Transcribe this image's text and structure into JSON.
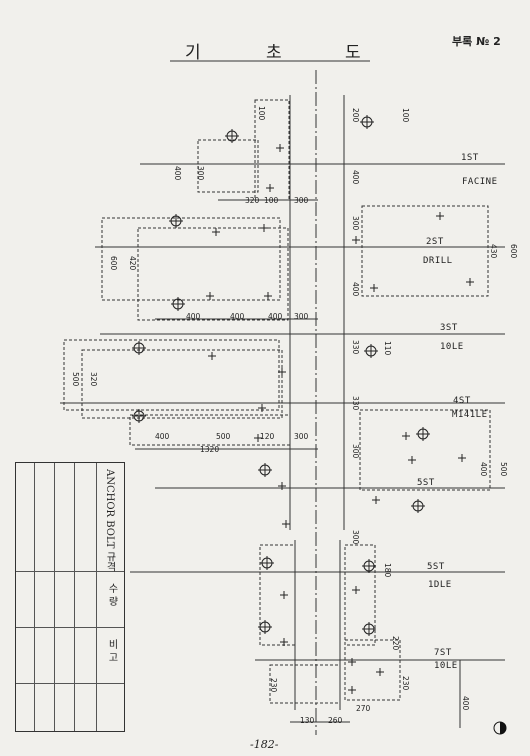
{
  "header": {
    "title_chars": [
      "기",
      "초",
      "도"
    ],
    "appendix_label": "부록 № 2"
  },
  "stations": [
    {
      "st": "1ST",
      "machine": "FACINE"
    },
    {
      "st": "2ST",
      "machine": "DRILL"
    },
    {
      "st": "3ST",
      "machine": "10LE"
    },
    {
      "st": "4ST",
      "machine": "M141LE"
    },
    {
      "st": "5ST",
      "machine": ""
    },
    {
      "st": "5ST",
      "machine": "1DLE"
    },
    {
      "st": "7ST",
      "machine": "10LE"
    }
  ],
  "dimensions": {
    "d100a": "100",
    "d100b": "100",
    "d200": "200",
    "d400a": "400",
    "d300a": "300",
    "d320": "320",
    "d100c": "100",
    "d300b": "300",
    "d400b": "400",
    "d300c": "300",
    "d430a": "430",
    "d600a": "600",
    "d600b": "600",
    "d420": "420",
    "d400c": "400",
    "d400d": "400",
    "d400e": "400",
    "d300d": "300",
    "d400f": "400",
    "d330a": "330",
    "d110": "110",
    "d500a": "500",
    "d320b": "320",
    "d330b": "330",
    "d400g": "400",
    "d500b": "500",
    "d120": "120",
    "d300e": "300",
    "d1320": "1320",
    "d300f": "300",
    "d400h": "400",
    "d500c": "500",
    "d300g": "300",
    "d180": "180",
    "d220": "220",
    "d230a": "230",
    "d230b": "230",
    "d270": "270",
    "d130": "130",
    "d260": "260",
    "d400i": "400"
  },
  "table": {
    "title": "ANCHOR BOLT 규격",
    "col2": "수 량",
    "col3": "비 고"
  },
  "footer": {
    "page": "-182-"
  }
}
